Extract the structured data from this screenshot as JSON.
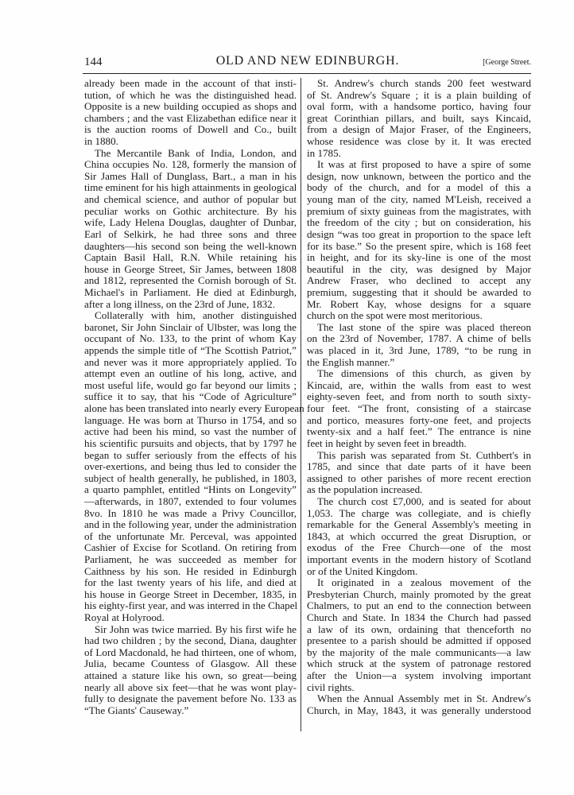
{
  "header": {
    "page_number": "144",
    "running_title": "OLD AND NEW EDINBURGH.",
    "section_ref": "[George Street."
  },
  "left_column": {
    "lines": [
      {
        "t": "already been made in the account of that insti-",
        "k": ""
      },
      {
        "t": "tution, of which he was the distinguished head.",
        "k": ""
      },
      {
        "t": "Opposite is a new building occupied as shops and",
        "k": ""
      },
      {
        "t": "chambers ; and the vast Elizabethan edifice near it",
        "k": ""
      },
      {
        "t": "is the auction rooms of Dowell and Co., built",
        "k": ""
      },
      {
        "t": "in 1880.",
        "k": "last"
      },
      {
        "t": "The Mercantile Bank of India, London, and",
        "k": "indent"
      },
      {
        "t": "China occupies No. 128, formerly the mansion of",
        "k": ""
      },
      {
        "t": "Sir James Hall of Dunglass, Bart., a man in his",
        "k": ""
      },
      {
        "t": "time eminent for his high attainments in geological",
        "k": ""
      },
      {
        "t": "and chemical science, and author of popular but",
        "k": ""
      },
      {
        "t": "peculiar works on Gothic architecture. By his",
        "k": ""
      },
      {
        "t": "wife, Lady Helena Douglas, daughter of Dunbar,",
        "k": ""
      },
      {
        "t": "Earl of Selkirk, he had three sons and three",
        "k": ""
      },
      {
        "t": "daughters—his second son being the well-known",
        "k": ""
      },
      {
        "t": "Captain Basil Hall, R.N. While retaining his",
        "k": ""
      },
      {
        "t": "house in George Street, Sir James, between 1808",
        "k": ""
      },
      {
        "t": "and 1812, represented the Cornish borough of St.",
        "k": ""
      },
      {
        "t": "Michael's in Parliament. He died at Edinburgh,",
        "k": ""
      },
      {
        "t": "after a long illness, on the 23rd of June, 1832.",
        "k": "last"
      },
      {
        "t": "Collaterally with him, another distinguished",
        "k": "indent"
      },
      {
        "t": "baronet, Sir John Sinclair of Ulbster, was long the",
        "k": ""
      },
      {
        "t": "occupant of No. 133, to the print of whom Kay",
        "k": ""
      },
      {
        "t": "appends the simple title of “The Scottish Patriot,”",
        "k": ""
      },
      {
        "t": "and never was it more appropriately applied. To",
        "k": ""
      },
      {
        "t": "attempt even an outline of his long, active, and",
        "k": ""
      },
      {
        "t": "most useful life, would go far beyond our limits ;",
        "k": ""
      },
      {
        "t": "suffice it to say, that his “Code of Agriculture”",
        "k": ""
      },
      {
        "t": "alone has been translated into nearly every European",
        "k": ""
      },
      {
        "t": "language. He was born at Thurso in 1754, and so",
        "k": ""
      },
      {
        "t": "active had been his mind, so vast the number of",
        "k": ""
      },
      {
        "t": "his scientific pursuits and objects, that by 1797 he",
        "k": ""
      },
      {
        "t": "began to suffer seriously from the effects of his",
        "k": ""
      },
      {
        "t": "over-exertions, and being thus led to consider the",
        "k": ""
      },
      {
        "t": "subject of health generally, he published, in 1803,",
        "k": ""
      },
      {
        "t": "a quarto pamphlet, entitled “Hints on Longevity”",
        "k": ""
      },
      {
        "t": "—afterwards, in 1807, extended to four volumes",
        "k": ""
      },
      {
        "t": "8vo. In 1810 he was made a Privy Councillor,",
        "k": ""
      },
      {
        "t": "and in the following year, under the administration",
        "k": ""
      },
      {
        "t": "of the unfortunate Mr. Perceval, was appointed",
        "k": ""
      },
      {
        "t": "Cashier of Excise for Scotland. On retiring from",
        "k": ""
      },
      {
        "t": "Parliament, he was succeeded as member for",
        "k": ""
      },
      {
        "t": "Caithness by his son. He resided in Edinburgh",
        "k": ""
      },
      {
        "t": "for the last twenty years of his life, and died at",
        "k": ""
      },
      {
        "t": "his house in George Street in December, 1835, in",
        "k": ""
      },
      {
        "t": "his eighty-first year, and was interred in the Chapel",
        "k": ""
      },
      {
        "t": "Royal at Holyrood.",
        "k": "last"
      },
      {
        "t": "Sir John was twice married. By his first wife he",
        "k": "indent"
      },
      {
        "t": "had two children ; by the second, Diana, daughter",
        "k": ""
      },
      {
        "t": "of Lord Macdonald, he had thirteen, one of whom,",
        "k": ""
      },
      {
        "t": "Julia, became Countess of Glasgow. All these",
        "k": ""
      },
      {
        "t": "attained a stature like his own, so great—being",
        "k": ""
      },
      {
        "t": "nearly all above six feet—that he was wont play-",
        "k": ""
      },
      {
        "t": "fully to designate the pavement before No. 133 as",
        "k": ""
      },
      {
        "t": "“The Giants' Causeway.”",
        "k": "last"
      }
    ]
  },
  "right_column": {
    "lines": [
      {
        "t": "St. Andrew's church stands 200 feet westward",
        "k": "indent"
      },
      {
        "t": "of St. Andrew's Square ; it is a plain building of",
        "k": ""
      },
      {
        "t": "oval form, with a handsome portico, having four",
        "k": ""
      },
      {
        "t": "great Corinthian pillars, and built, says Kincaid,",
        "k": ""
      },
      {
        "t": "from a design of Major Fraser, of the Engineers,",
        "k": ""
      },
      {
        "t": "whose residence was close by it. It was erected",
        "k": ""
      },
      {
        "t": "in 1785.",
        "k": "last"
      },
      {
        "t": "It was at first proposed to have a spire of some",
        "k": "indent"
      },
      {
        "t": "design, now unknown, between the portico and the",
        "k": ""
      },
      {
        "t": "body of the church, and for a model of this a",
        "k": ""
      },
      {
        "t": "young man of the city, named M'Leish, received a",
        "k": ""
      },
      {
        "t": "premium of sixty guineas from the magistrates, with",
        "k": ""
      },
      {
        "t": "the freedom of the city ; but on consideration, his",
        "k": ""
      },
      {
        "t": "design “was too great in proportion to the space left",
        "k": ""
      },
      {
        "t": "for its base.” So the present spire, which is 168 feet",
        "k": ""
      },
      {
        "t": "in height, and for its sky-line is one of the most",
        "k": ""
      },
      {
        "t": "beautiful in the city, was designed by Major",
        "k": ""
      },
      {
        "t": "Andrew Fraser, who declined to accept any",
        "k": ""
      },
      {
        "t": "premium, suggesting that it should be awarded to",
        "k": ""
      },
      {
        "t": "Mr. Robert Kay, whose designs for a square",
        "k": ""
      },
      {
        "t": "church on the spot were most meritorious.",
        "k": "last"
      },
      {
        "t": "The last stone of the spire was placed thereon",
        "k": "indent"
      },
      {
        "t": "on the 23rd of November, 1787. A chime of bells",
        "k": ""
      },
      {
        "t": "was placed in it, 3rd June, 1789, “to be rung in",
        "k": ""
      },
      {
        "t": "the English manner.”",
        "k": "last"
      },
      {
        "t": "The dimensions of this church, as given by",
        "k": "indent"
      },
      {
        "t": "Kincaid, are, within the walls from east to west",
        "k": ""
      },
      {
        "t": "eighty-seven feet, and from north to south sixty-",
        "k": ""
      },
      {
        "t": "four feet. “The front, consisting of a staircase",
        "k": ""
      },
      {
        "t": "and portico, measures forty-one feet, and projects",
        "k": ""
      },
      {
        "t": "twenty-six and a half feet.” The entrance is nine",
        "k": ""
      },
      {
        "t": "feet in height by seven feet in breadth.",
        "k": "last"
      },
      {
        "t": "This parish was separated from St. Cuthbert's in",
        "k": "indent"
      },
      {
        "t": "1785, and since that date parts of it have been",
        "k": ""
      },
      {
        "t": "assigned to other parishes of more recent erection",
        "k": ""
      },
      {
        "t": "as the population increased.",
        "k": "last"
      },
      {
        "t": "The church cost £7,000, and is seated for about",
        "k": "indent"
      },
      {
        "t": "1,053. The charge was collegiate, and is chiefly",
        "k": ""
      },
      {
        "t": "remarkable for the General Assembly's meeting in",
        "k": ""
      },
      {
        "t": "1843, at which occurred the great Disruption, or",
        "k": ""
      },
      {
        "t": "exodus of the Free Church—one of the most",
        "k": ""
      },
      {
        "t": "important events in the modern history of Scotland",
        "k": ""
      },
      {
        "t": "or of the United Kingdom.",
        "k": "last"
      },
      {
        "t": "It originated in a zealous movement of the",
        "k": "indent"
      },
      {
        "t": "Presbyterian Church, mainly promoted by the great",
        "k": ""
      },
      {
        "t": "Chalmers, to put an end to the connection between",
        "k": ""
      },
      {
        "t": "Church and State. In 1834 the Church had passed",
        "k": ""
      },
      {
        "t": "a law of its own, ordaining that thenceforth no",
        "k": ""
      },
      {
        "t": "presentee to a parish should be admitted if opposed",
        "k": ""
      },
      {
        "t": "by the majority of the male communicants—a law",
        "k": ""
      },
      {
        "t": "which struck at the system of patronage restored",
        "k": ""
      },
      {
        "t": "after the Union—a system involving important",
        "k": ""
      },
      {
        "t": "civil rights.",
        "k": "last"
      },
      {
        "t": "When the Annual Assembly met in St. Andrew's",
        "k": "indent"
      },
      {
        "t": "Church, in May, 1843, it was generally understood",
        "k": ""
      }
    ]
  }
}
